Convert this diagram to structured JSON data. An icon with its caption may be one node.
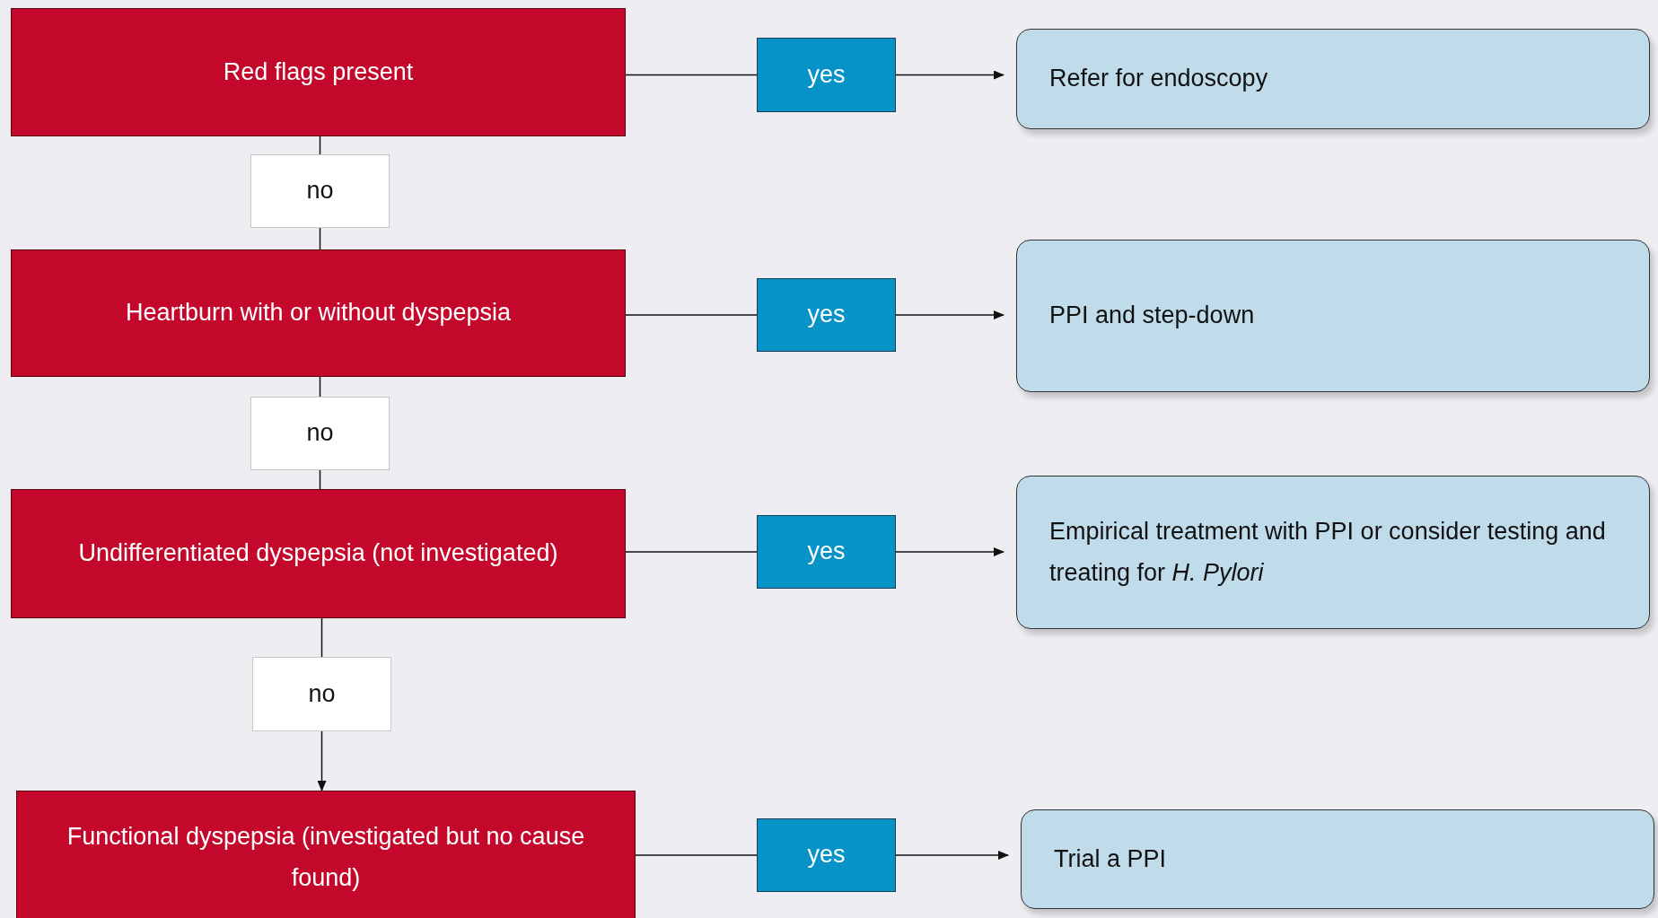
{
  "diagram": {
    "nodes": [
      {
        "text": [
          "Red flags present"
        ]
      },
      {
        "text": [
          "yes"
        ]
      },
      {
        "text": [
          "Refer for endoscopy"
        ]
      },
      {
        "text": [
          "no"
        ]
      },
      {
        "text": [
          "Heartburn with or without dyspepsia"
        ]
      },
      {
        "text": [
          "yes"
        ]
      },
      {
        "text": [
          "PPI and step-down"
        ]
      },
      {
        "text": [
          "no"
        ]
      },
      {
        "text": [
          "Undifferentiated dyspepsia (not investigated)"
        ]
      },
      {
        "text": [
          "yes"
        ]
      },
      {
        "text": [
          "Empirical treatment with PPI or consider testing and treating for *H. Pylori*"
        ]
      },
      {
        "text": [
          "no"
        ]
      },
      {
        "text": [
          "Functional dyspepsia (investigated but no cause found)"
        ]
      },
      {
        "text": [
          "yes"
        ]
      },
      {
        "text": [
          "Trial a PPI"
        ]
      }
    ],
    "edges": [
      {
        "from": 0,
        "to": 1,
        "arrow": "none"
      },
      {
        "from": 1,
        "to": 2,
        "arrow": "to"
      },
      {
        "from": 0,
        "to": 3,
        "arrow": "none"
      },
      {
        "from": 3,
        "to": 4,
        "arrow": "none"
      },
      {
        "from": 4,
        "to": 5,
        "arrow": "none"
      },
      {
        "from": 5,
        "to": 6,
        "arrow": "to"
      },
      {
        "from": 4,
        "to": 7,
        "arrow": "none"
      },
      {
        "from": 7,
        "to": 8,
        "arrow": "none"
      },
      {
        "from": 8,
        "to": 9,
        "arrow": "none"
      },
      {
        "from": 9,
        "to": 10,
        "arrow": "to"
      },
      {
        "from": 8,
        "to": 11,
        "arrow": "none"
      },
      {
        "from": 11,
        "to": 12,
        "arrow": "to"
      },
      {
        "from": 12,
        "to": 13,
        "arrow": "none"
      },
      {
        "from": 13,
        "to": 14,
        "arrow": "to"
      }
    ]
  }
}
